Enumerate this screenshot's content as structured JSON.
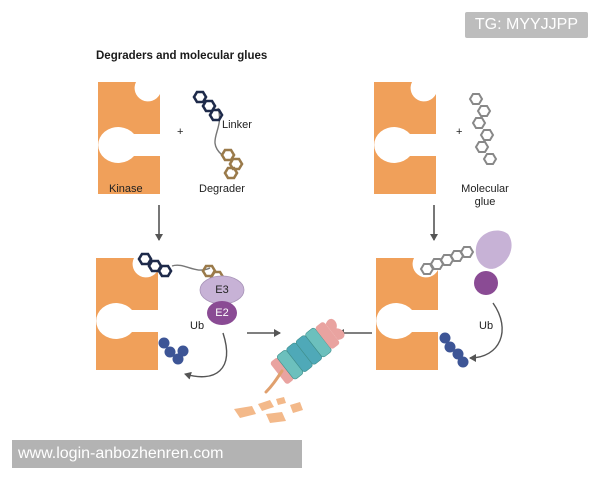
{
  "title": "Degraders and molecular glues",
  "labels": {
    "linker": "Linker",
    "kinase": "Kinase",
    "degrader": "Degrader",
    "plus": "+",
    "molecular_glue_line1": "Molecular",
    "molecular_glue_line2": "glue",
    "e3": "E3",
    "e2": "E2",
    "ub_left": "Ub",
    "ub_right": "Ub"
  },
  "watermark": {
    "badge": "TG: MYYJJPP",
    "footer": "www.login-anbozhenren.com"
  },
  "colors": {
    "kinase_orange": "#f0a05a",
    "e3_lavender": "#c7b2d6",
    "e2_purple": "#8a4b94",
    "ubiquitin_blue": "#3d5596",
    "proteasome_teal": "#5fb7b3",
    "proteasome_pink": "#e9a3a0",
    "fragment_orange": "#f3b98a",
    "arrow_gray": "#555555"
  }
}
